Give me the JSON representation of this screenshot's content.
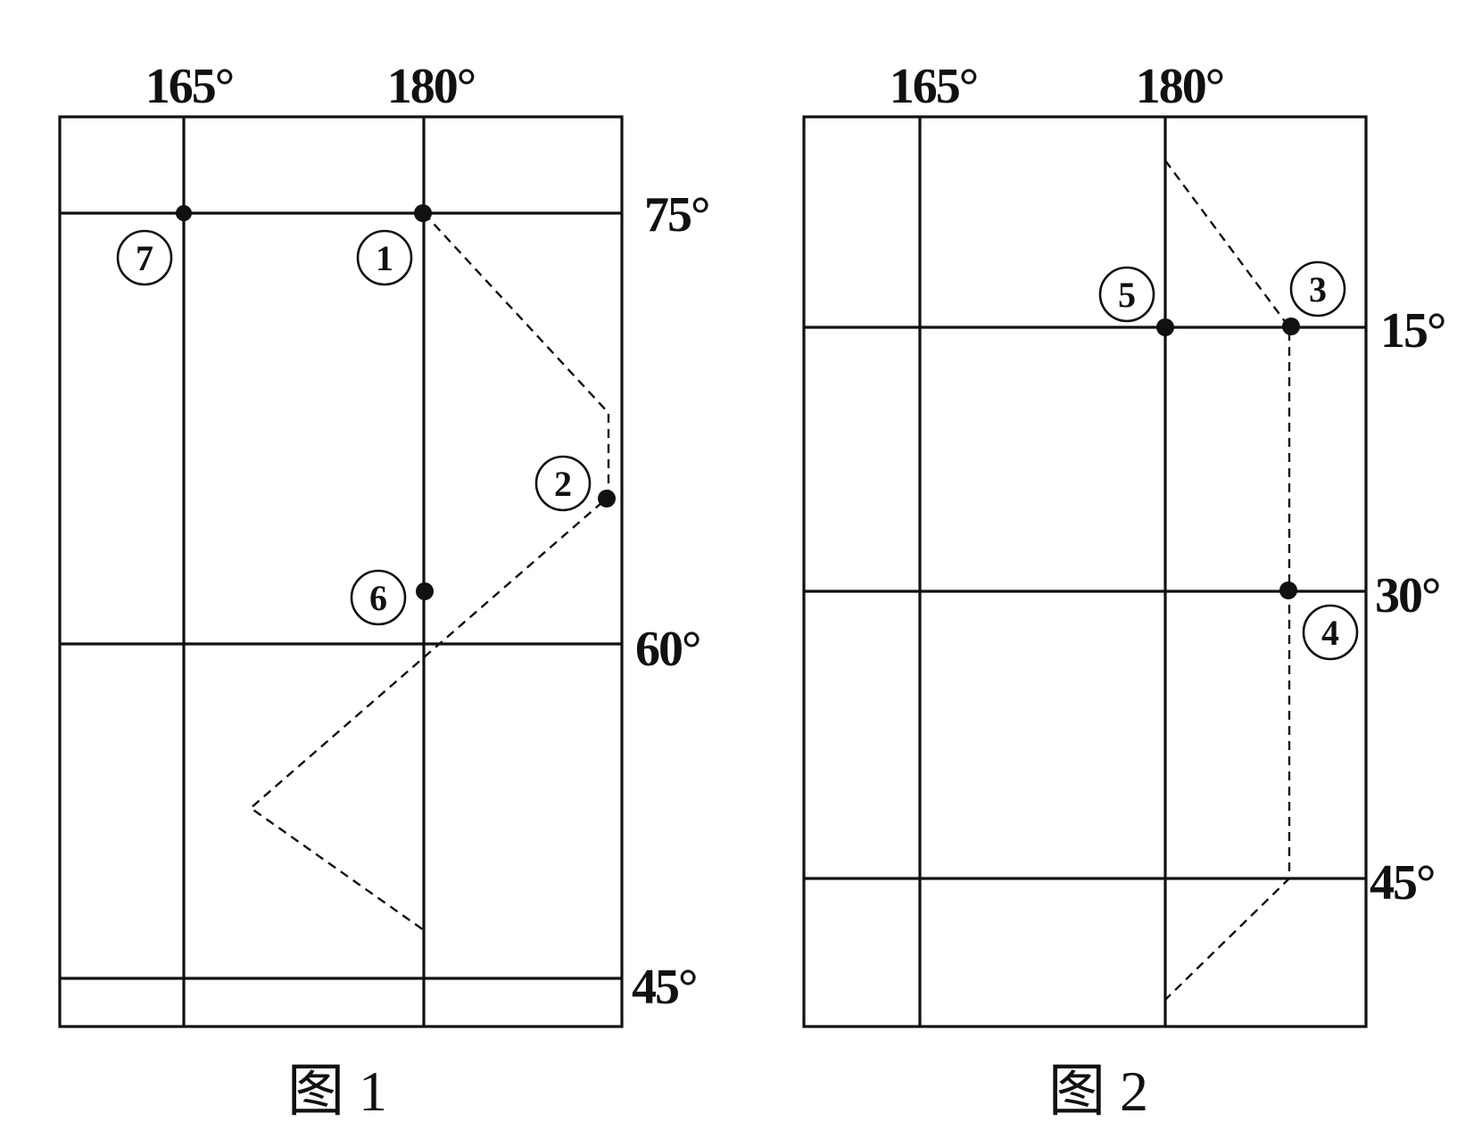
{
  "figure1": {
    "caption": "图 1",
    "lon_labels": [
      "165°",
      "180°"
    ],
    "lat_labels": [
      "75°",
      "60°",
      "45°"
    ],
    "points": [
      {
        "id": "p7",
        "label": "7"
      },
      {
        "id": "p1",
        "label": "1"
      },
      {
        "id": "p2",
        "label": "2"
      },
      {
        "id": "p6",
        "label": "6"
      }
    ]
  },
  "figure2": {
    "caption": "图 2",
    "lon_labels": [
      "165°",
      "180°"
    ],
    "lat_labels": [
      "15°",
      "30°",
      "45°"
    ],
    "points": [
      {
        "id": "p5",
        "label": "5"
      },
      {
        "id": "p3",
        "label": "3"
      },
      {
        "id": "p4",
        "label": "4"
      }
    ]
  },
  "colors": {
    "ink": "#111111",
    "background": "#ffffff"
  }
}
